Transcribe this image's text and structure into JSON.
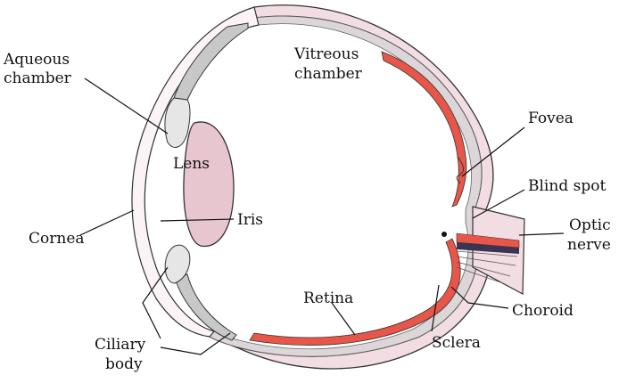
{
  "labels": {
    "aqueous_line1": "Aqueous",
    "aqueous_line2": "chamber",
    "vitreous_line1": "Vitreous",
    "vitreous_line2": "chamber",
    "lens": "Lens",
    "iris": "Iris",
    "cornea": "Cornea",
    "ciliary_line1": "Ciliary",
    "ciliary_line2": "body",
    "fovea": "Fovea",
    "blind_spot": "Blind spot",
    "optic_line1": "Optic",
    "optic_line2": "nerve",
    "retina": "Retina",
    "sclera": "Sclera",
    "choroid": "Choroid"
  },
  "colors": {
    "sclera": "#f2dde3",
    "retina": "#e8564a",
    "lens": "#e8c6cf",
    "ciliary": "#c8c8c8",
    "outline": "#333333",
    "optic_nerve_stripe": "#3a3552"
  }
}
